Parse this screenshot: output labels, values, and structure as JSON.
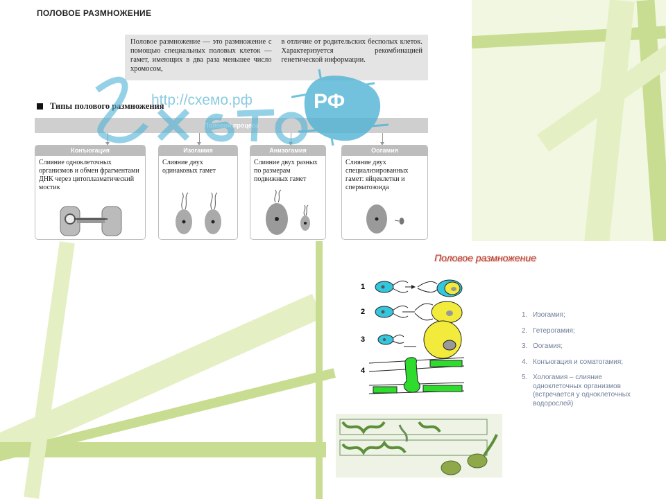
{
  "doc": {
    "title": "ПОЛОВОЕ РАЗМНОЖЕНИЕ",
    "definition_col1": "Половое размножение — это размножение с помощью специальных половых клеток — гамет, имеющих в два раза меньшее число хромосом,",
    "definition_col2": "в отличие от родительских бесполых клеток. Характеризуется рекомбинацией генетической информации.",
    "section_heading": "Типы полового размножения",
    "process_label": "Половой процесс",
    "types": [
      {
        "name": "Конъюгация",
        "description": "Слияние одноклеточных организмов и обмен фрагментами ДНК через цитоплазматический мостик"
      },
      {
        "name": "Изогамия",
        "description": "Слияние двух одинаковых гамет"
      },
      {
        "name": "Анизогамия",
        "description": "Слияние двух разных по размерам подвижных гамет"
      },
      {
        "name": "Оогамия",
        "description": "Слияние двух специализированных гамет: яйцеклетки и сперматозоида"
      }
    ]
  },
  "watermark": {
    "url": "http://схемо.рф",
    "logo_text": "Схемо",
    "badge_text": "РФ"
  },
  "right": {
    "subtitle": "Половое размножение",
    "diagram_labels": [
      "1",
      "2",
      "3",
      "4"
    ],
    "list": [
      {
        "num": "1.",
        "text": "Изогамия;"
      },
      {
        "num": "2.",
        "text": "Гетерогамия;"
      },
      {
        "num": "3.",
        "text": "Оогамия;"
      },
      {
        "num": "4.",
        "text": "Конъюгация и соматогамия;"
      },
      {
        "num": "5.",
        "text": "Хологамия – слияние одноклеточных организмов (встречается у одноклеточных водорослей)"
      }
    ]
  },
  "colors": {
    "accent_green": "#c8dd91",
    "cell_cyan": "#33c6dd",
    "cell_yellow": "#f3eb3b",
    "chloroplast_green": "#2edc2e",
    "subtitle_red": "#c0392b",
    "list_text": "#6f7f9a"
  }
}
